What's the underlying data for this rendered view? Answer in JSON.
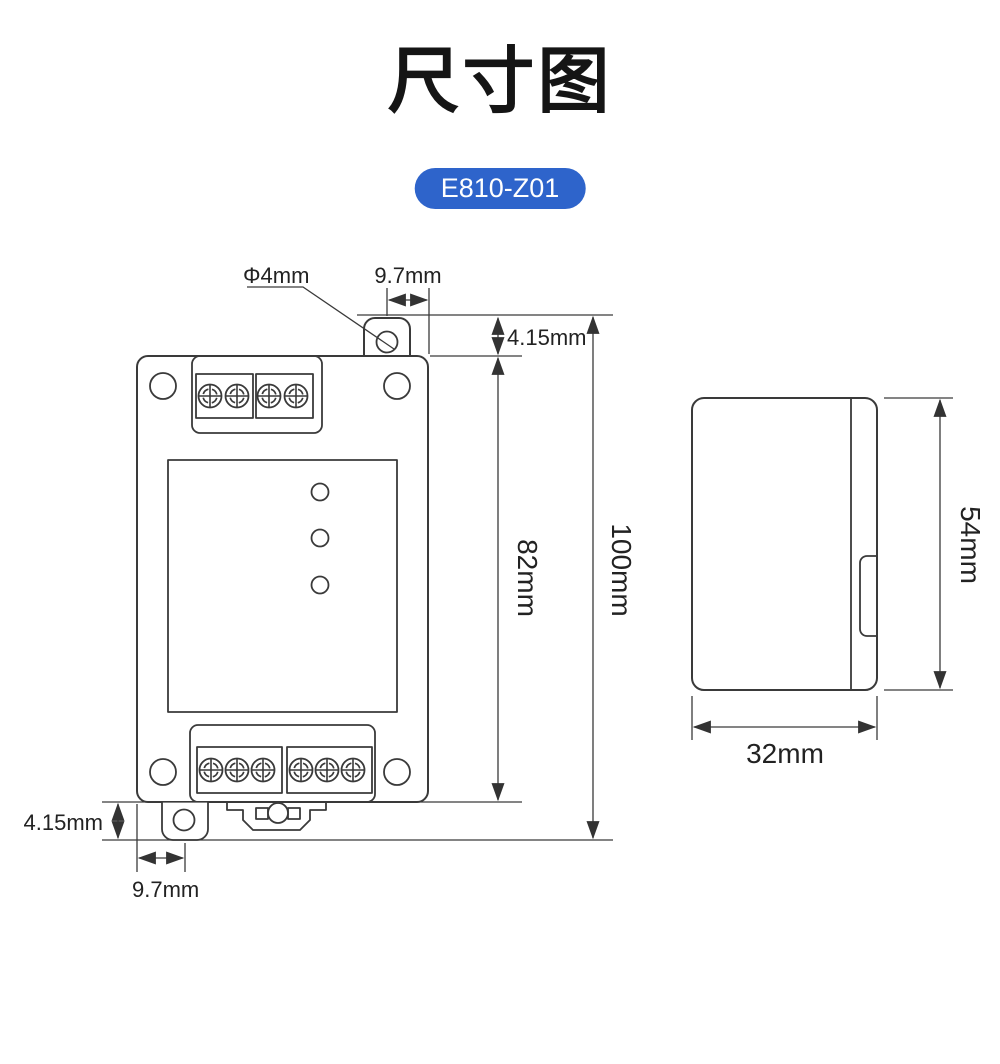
{
  "header": {
    "title": "尺寸图",
    "model": "E810-Z01"
  },
  "colors": {
    "badge_background": "#2e64cb",
    "badge_text": "#ffffff",
    "line": "#3a3a3a",
    "label_text": "#222222"
  },
  "front_view": {
    "label_hole_diameter": "Φ4mm",
    "label_top_tab_offset": "9.7mm",
    "label_top_tab_height": "4.15mm",
    "label_body_height": "82mm",
    "label_total_height": "100mm",
    "label_bottom_tab_height": "4.15mm",
    "label_bottom_tab_offset": "9.7mm"
  },
  "side_view": {
    "label_height": "54mm",
    "label_depth": "32mm"
  }
}
